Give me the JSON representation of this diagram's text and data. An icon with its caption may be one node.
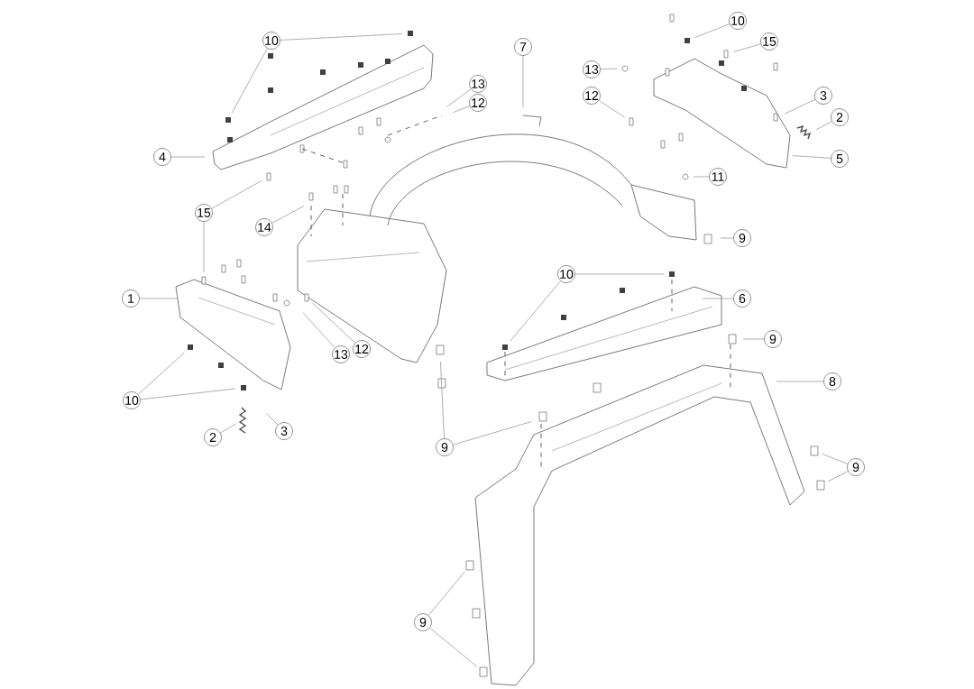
{
  "diagram": {
    "nodes": [
      {
        "text": [
          "10"
        ]
      },
      {
        "text": [
          "7"
        ]
      },
      {
        "text": [
          "10"
        ]
      },
      {
        "text": [
          "15"
        ]
      },
      {
        "text": [
          "13"
        ]
      },
      {
        "text": [
          "13"
        ]
      },
      {
        "text": [
          "12"
        ]
      },
      {
        "text": [
          "12"
        ]
      },
      {
        "text": [
          "3"
        ]
      },
      {
        "text": [
          "2"
        ]
      },
      {
        "text": [
          "4"
        ]
      },
      {
        "text": [
          "5"
        ]
      },
      {
        "text": [
          "11"
        ]
      },
      {
        "text": [
          "15"
        ]
      },
      {
        "text": [
          "14"
        ]
      },
      {
        "text": [
          "9"
        ]
      },
      {
        "text": [
          "10"
        ]
      },
      {
        "text": [
          "1"
        ]
      },
      {
        "text": [
          "6"
        ]
      },
      {
        "text": [
          "9"
        ]
      },
      {
        "text": [
          "13"
        ]
      },
      {
        "text": [
          "12"
        ]
      },
      {
        "text": [
          "8"
        ]
      },
      {
        "text": [
          "10"
        ]
      },
      {
        "text": [
          "2"
        ]
      },
      {
        "text": [
          "3"
        ]
      },
      {
        "text": [
          "9"
        ]
      },
      {
        "text": [
          "9"
        ]
      },
      {
        "text": [
          "9"
        ]
      }
    ],
    "edges": [
      {
        "from": 0,
        "to": null,
        "arrow": "none"
      },
      {
        "from": 0,
        "to": null,
        "arrow": "none"
      },
      {
        "from": 1,
        "to": null,
        "arrow": "none"
      },
      {
        "from": 2,
        "to": null,
        "arrow": "none"
      },
      {
        "from": 3,
        "to": null,
        "arrow": "none"
      },
      {
        "from": 4,
        "to": null,
        "arrow": "none"
      },
      {
        "from": 5,
        "to": null,
        "arrow": "none"
      },
      {
        "from": 6,
        "to": null,
        "arrow": "none"
      },
      {
        "from": 7,
        "to": null,
        "arrow": "none"
      },
      {
        "from": 8,
        "to": null,
        "arrow": "none"
      },
      {
        "from": 9,
        "to": null,
        "arrow": "none"
      },
      {
        "from": 10,
        "to": null,
        "arrow": "none"
      },
      {
        "from": 11,
        "to": null,
        "arrow": "none"
      },
      {
        "from": 12,
        "to": null,
        "arrow": "none"
      },
      {
        "from": 13,
        "to": null,
        "arrow": "none"
      },
      {
        "from": 13,
        "to": null,
        "arrow": "none"
      },
      {
        "from": 14,
        "to": null,
        "arrow": "none"
      },
      {
        "from": 15,
        "to": null,
        "arrow": "none"
      },
      {
        "from": 16,
        "to": null,
        "arrow": "none"
      },
      {
        "from": 16,
        "to": null,
        "arrow": "none"
      },
      {
        "from": 17,
        "to": null,
        "arrow": "none"
      },
      {
        "from": 18,
        "to": null,
        "arrow": "none"
      },
      {
        "from": 19,
        "to": null,
        "arrow": "none"
      },
      {
        "from": 20,
        "to": null,
        "arrow": "none"
      },
      {
        "from": 21,
        "to": null,
        "arrow": "none"
      },
      {
        "from": 22,
        "to": null,
        "arrow": "none"
      },
      {
        "from": 23,
        "to": null,
        "arrow": "none"
      },
      {
        "from": 23,
        "to": null,
        "arrow": "none"
      },
      {
        "from": 24,
        "to": null,
        "arrow": "none"
      },
      {
        "from": 25,
        "to": null,
        "arrow": "none"
      },
      {
        "from": 26,
        "to": null,
        "arrow": "none"
      },
      {
        "from": 26,
        "to": null,
        "arrow": "none"
      },
      {
        "from": 27,
        "to": null,
        "arrow": "none"
      },
      {
        "from": 27,
        "to": null,
        "arrow": "none"
      },
      {
        "from": 28,
        "to": null,
        "arrow": "none"
      },
      {
        "from": 28,
        "to": null,
        "arrow": "none"
      }
    ]
  }
}
